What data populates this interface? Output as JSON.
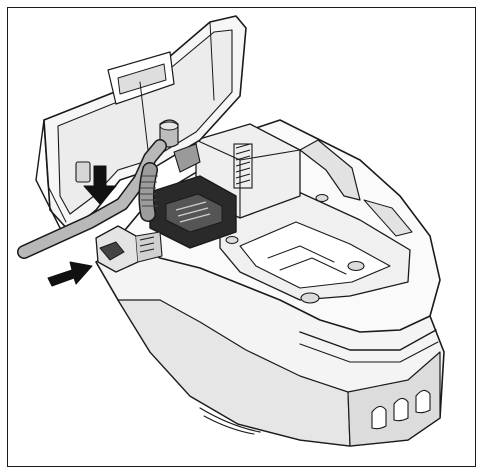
{
  "figure": {
    "subject": "robotic-lawn-mower-open-cover",
    "colors": {
      "background": "#ffffff",
      "line": "#1a1a1a",
      "body_fill": "#f4f4f4",
      "shade": "#cfcfcf",
      "dark_part": "#2a2a2a",
      "cable": "#b8b8b8",
      "arrow": "#111111"
    },
    "arrows": [
      {
        "name": "down-arrow",
        "direction": "down"
      },
      {
        "name": "right-arrow",
        "direction": "right"
      }
    ]
  }
}
